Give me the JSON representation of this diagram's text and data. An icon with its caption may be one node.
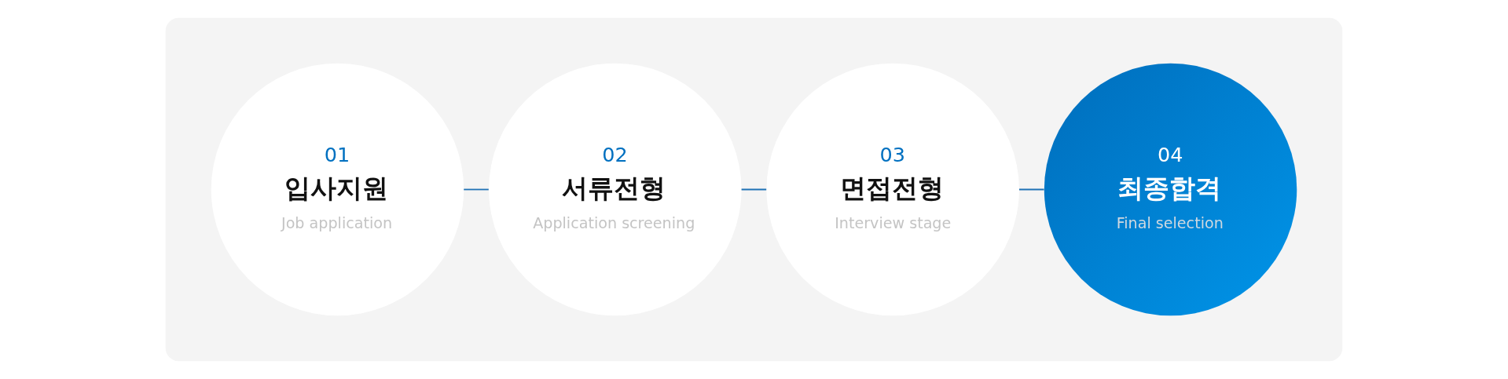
{
  "diagram": {
    "nodes": [
      {
        "text": [],
        "shape": "box"
      },
      {
        "text": [
          "01",
          "입사지원",
          "Job application"
        ],
        "in": 0
      },
      {
        "text": [
          "02",
          "서류전형",
          "Application screening"
        ],
        "in": 0
      },
      {
        "text": [
          "03",
          "면접전형",
          "Interview stage"
        ],
        "in": 0
      },
      {
        "text": [
          "04",
          "최종합격",
          "Final selection"
        ],
        "in": 0
      }
    ],
    "edges": [
      {
        "from": 1,
        "to": 2,
        "arrow": "none"
      },
      {
        "from": 2,
        "to": 3,
        "arrow": "none"
      },
      {
        "from": 3,
        "to": 4,
        "arrow": "none"
      }
    ]
  }
}
